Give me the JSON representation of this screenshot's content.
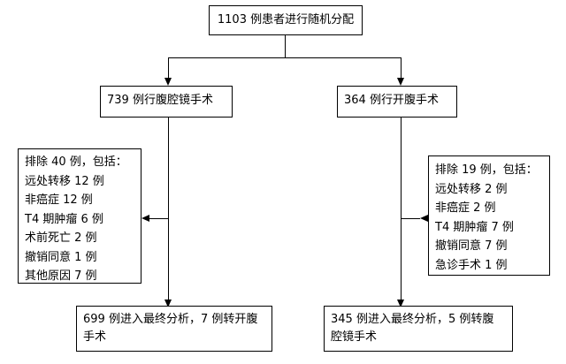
{
  "flowchart": {
    "top": "1103 例患者进行随机分配",
    "left_arm": {
      "title": "739 例行腹腔镜手术",
      "exclusion_header": "排除 40 例，包括：",
      "exclusions": [
        "远处转移 12 例",
        "非癌症 12 例",
        "T4 期肿瘤 6 例",
        "术前死亡 2 例",
        "撤销同意 1 例",
        "其他原因 7 例"
      ],
      "final_line1": "699 例进入最终分析，7 例转开腹",
      "final_line2": "手术"
    },
    "right_arm": {
      "title": "364 例行开腹手术",
      "exclusion_header": "排除 19 例，包括：",
      "exclusions": [
        "远处转移 2 例",
        "非癌症 2 例",
        "T4 期肿瘤 7 例",
        "撤销同意 7 例",
        "急诊手术 1 例"
      ],
      "final_line1": "345 例进入最终分析，5 例转腹",
      "final_line2": "腔镜手术"
    }
  }
}
